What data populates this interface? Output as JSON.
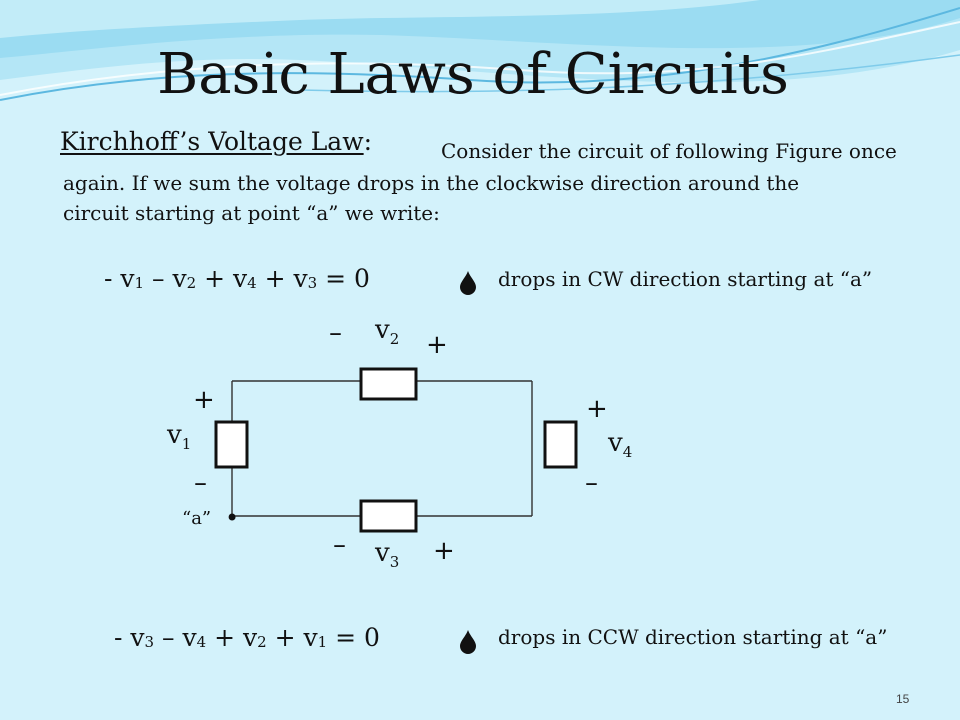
{
  "slide": {
    "title": "Basic Laws of Circuits",
    "kvl_label": "Kirchhoff’s Voltage Law",
    "kvl_colon": ":",
    "intro_line1": "Consider the circuit of following Figure once",
    "intro_line2": "again.  If we sum the voltage drops in the clockwise direction around the",
    "intro_line3": "circuit starting at point “a” we write:",
    "page_number": "15"
  },
  "equations": {
    "cw": {
      "parts": [
        "- v",
        "1",
        " – v",
        "2",
        " + v",
        "4",
        " + v",
        "3",
        " = 0"
      ],
      "note": "drops in CW direction starting at “a”"
    },
    "ccw": {
      "parts": [
        "- v",
        "3",
        " – v",
        "4",
        " + v",
        "2",
        " + v",
        "1",
        " = 0"
      ],
      "note": "drops in CCW direction starting at “a”"
    }
  },
  "circuit": {
    "v1": {
      "base": "v",
      "sub": "1",
      "plus": "+",
      "minus": "–"
    },
    "v2": {
      "base": "v",
      "sub": "2",
      "plus": "+",
      "minus": "–"
    },
    "v3": {
      "base": "v",
      "sub": "3",
      "plus": "+",
      "minus": "–"
    },
    "v4": {
      "base": "v",
      "sub": "4",
      "plus": "+",
      "minus": "–"
    },
    "node_a": "“a”",
    "node_dot": "•"
  },
  "colors": {
    "background": "#d3f2fb",
    "wave_light": "#b4e6f6",
    "wave_mid": "#8fd3ef",
    "wave_dark": "#5cb8e0"
  }
}
